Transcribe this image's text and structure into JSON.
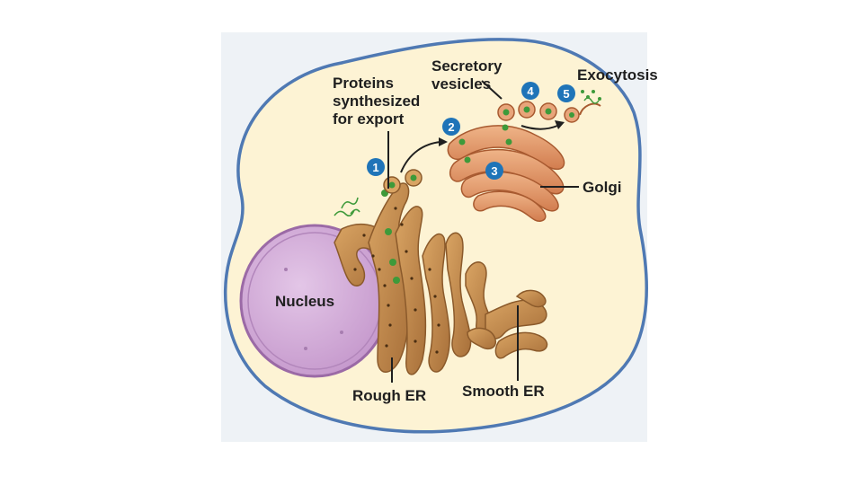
{
  "labels": {
    "proteins_line1": "Proteins",
    "proteins_line2": "synthesized",
    "proteins_line3": "for export",
    "secretory_line1": "Secretory",
    "secretory_line2": "vesicles",
    "exocytosis": "Exocytosis",
    "golgi": "Golgi",
    "nucleus": "Nucleus",
    "rough_er": "Rough ER",
    "smooth_er": "Smooth ER"
  },
  "steps": [
    "1",
    "2",
    "3",
    "4",
    "5"
  ],
  "colors": {
    "cytoplasm": "#fdf3d4",
    "cell_membrane": "#4f79b3",
    "nucleus_fill": "#d9b3dd",
    "nucleus_edge": "#9b6aa6",
    "er": "#c48a4a",
    "er_dark": "#8b5a2b",
    "golgi": "#e29a6c",
    "protein": "#3e9a3a",
    "step_badge": "#1f74b8"
  }
}
